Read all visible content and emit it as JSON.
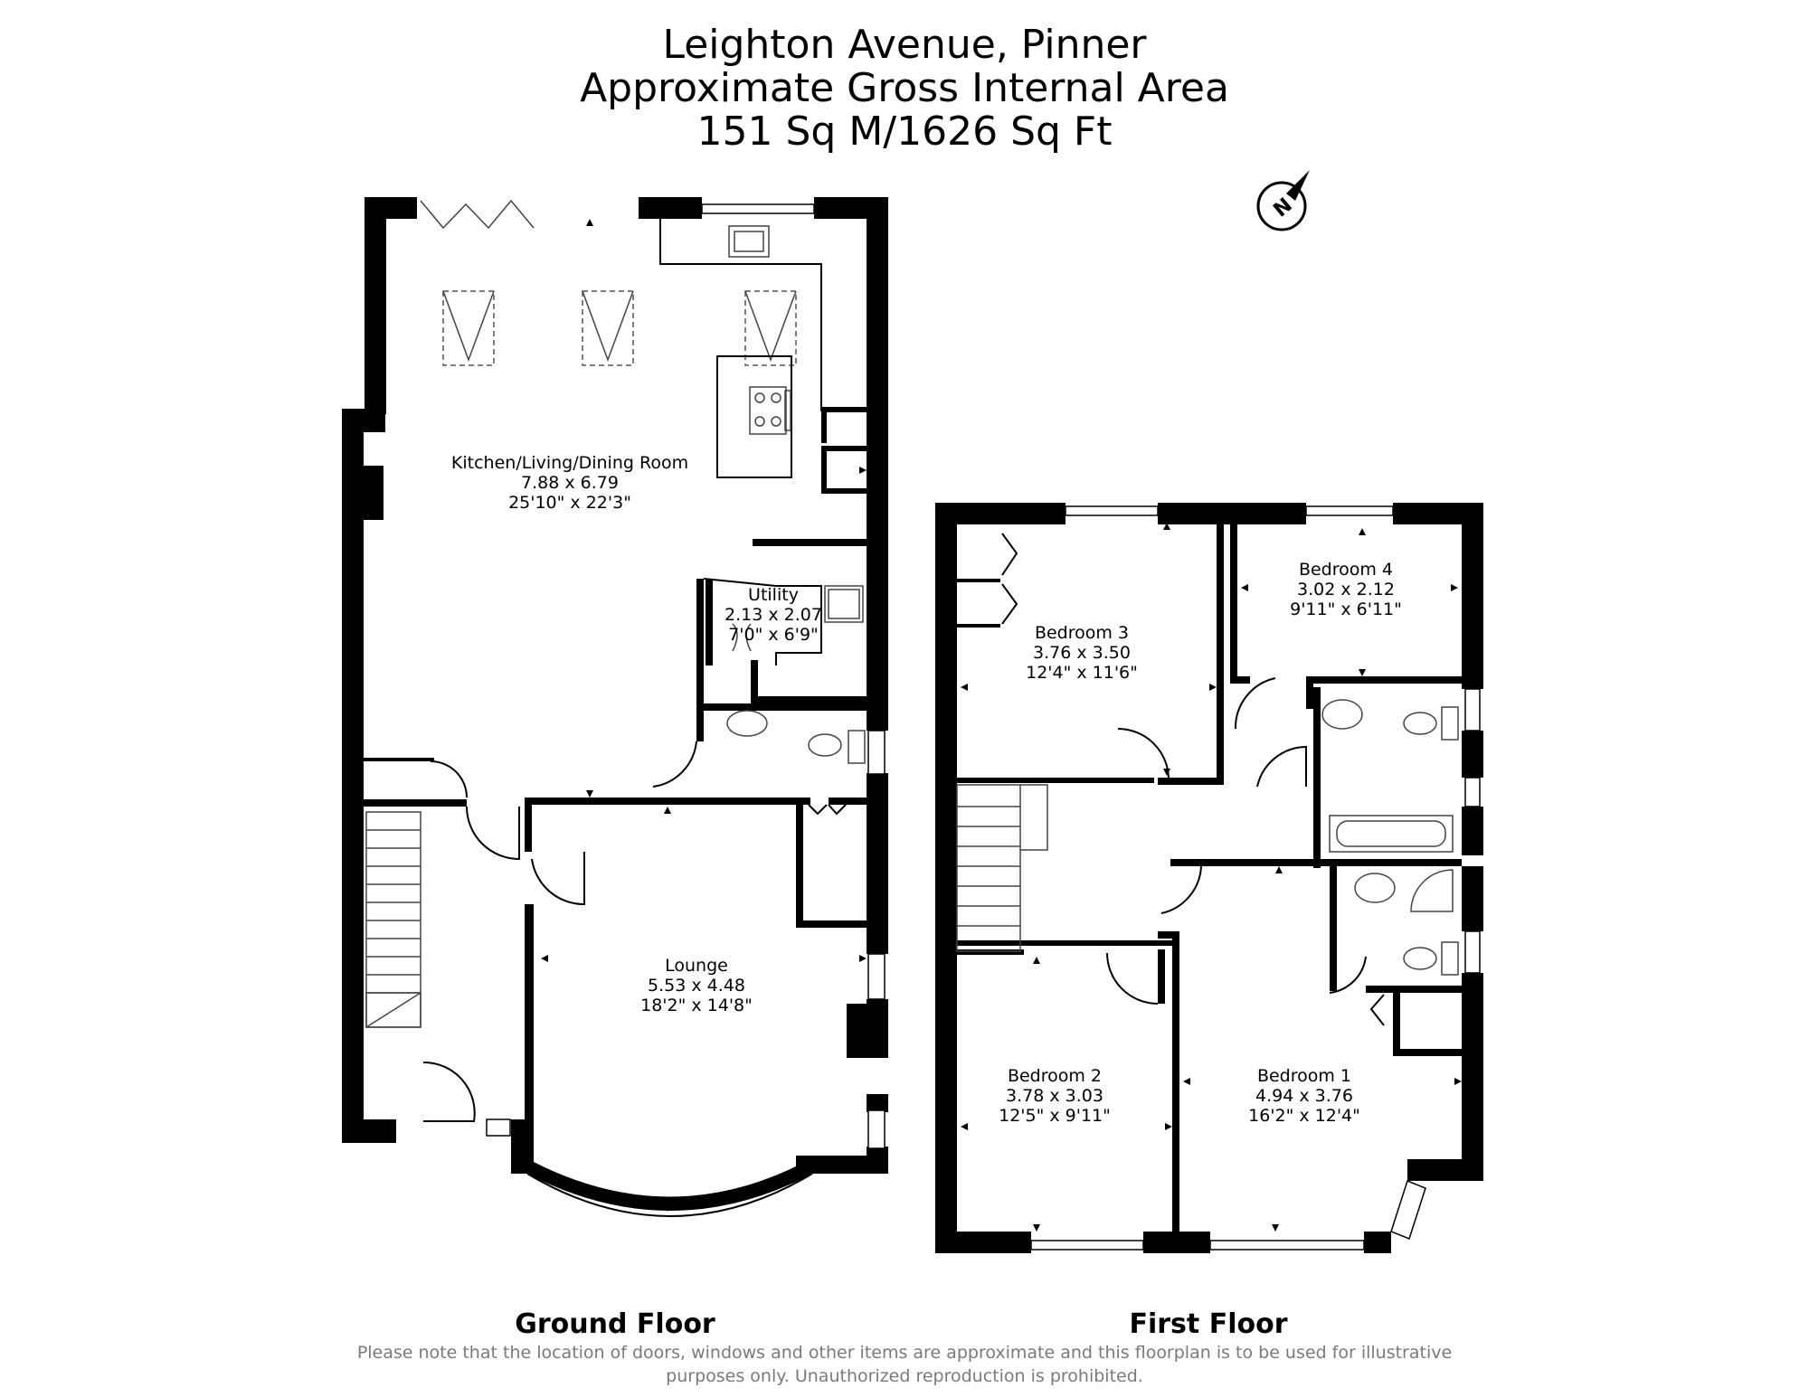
{
  "header": {
    "lines": [
      "Leighton Avenue, Pinner",
      "Approximate Gross Internal Area",
      "151 Sq M/1626 Sq Ft"
    ]
  },
  "compass": {
    "label": "N",
    "icon": "north-arrow-icon"
  },
  "ground_floor": {
    "label": "Ground Floor",
    "rooms": [
      {
        "name": "Kitchen/Living/Dining Room",
        "metric": "7.88 x 6.79",
        "imperial": "25'10\" x 22'3\""
      },
      {
        "name": "Utility",
        "metric": "2.13 x 2.07",
        "imperial": "7'0\" x 6'9\""
      },
      {
        "name": "Lounge",
        "metric": "5.53 x 4.48",
        "imperial": "18'2\" x 14'8\""
      }
    ]
  },
  "first_floor": {
    "label": "First Floor",
    "rooms": [
      {
        "name": "Bedroom 3",
        "metric": "3.76 x 3.50",
        "imperial": "12'4\" x 11'6\""
      },
      {
        "name": "Bedroom 4",
        "metric": "3.02 x 2.12",
        "imperial": "9'11\" x 6'11\""
      },
      {
        "name": "Bedroom 2",
        "metric": "3.78 x 3.03",
        "imperial": "12'5\" x 9'11\""
      },
      {
        "name": "Bedroom 1",
        "metric": "4.94 x 3.76",
        "imperial": "16'2\" x 12'4\""
      }
    ]
  },
  "disclaimer": {
    "line1": "Please note that the location of doors, windows and other items are approximate and this floorplan is to be used for illustrative",
    "line2": "purposes only. Unauthorized reproduction is prohibited."
  }
}
